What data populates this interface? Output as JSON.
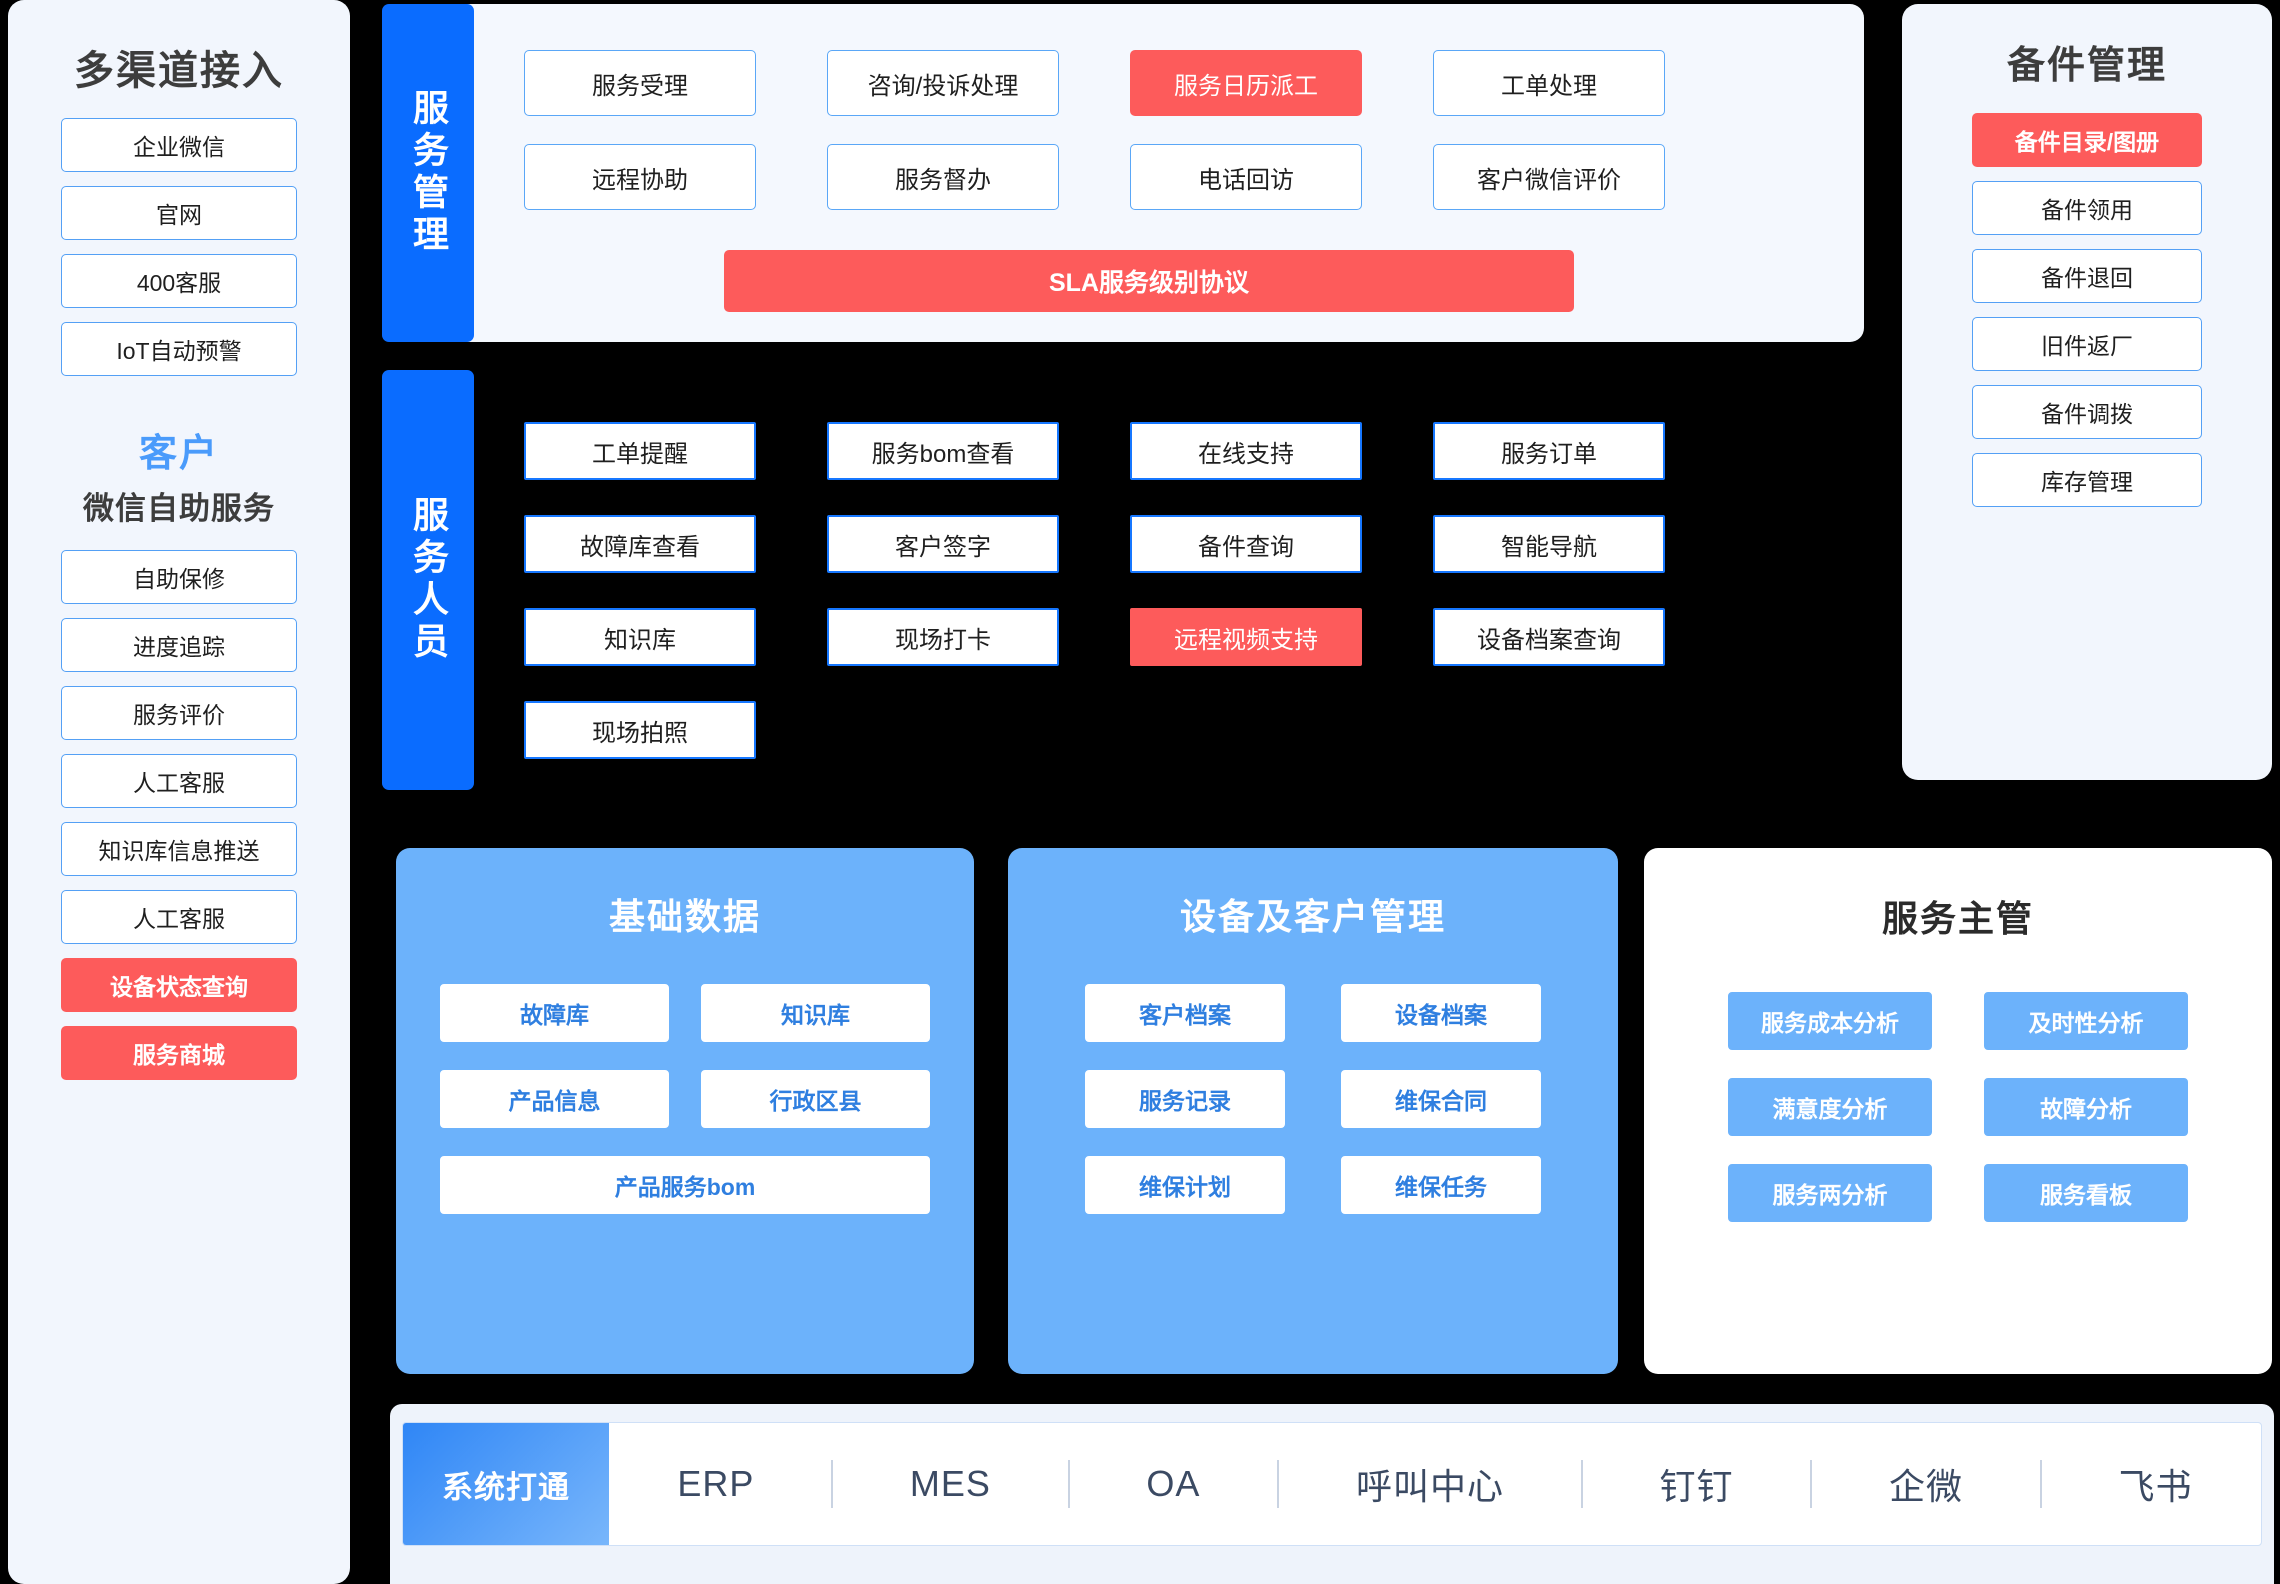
{
  "sidebar": {
    "channel_title": "多渠道接入",
    "channels": [
      {
        "label": "企业微信"
      },
      {
        "label": "官网"
      },
      {
        "label": "400客服"
      },
      {
        "label": "IoT自动预警"
      }
    ],
    "customer_title": "客户",
    "customer_subtitle": "微信自助服务",
    "customer_items": [
      {
        "label": "自助保修",
        "style": "outline"
      },
      {
        "label": "进度追踪",
        "style": "outline"
      },
      {
        "label": "服务评价",
        "style": "outline"
      },
      {
        "label": "人工客服",
        "style": "outline"
      },
      {
        "label": "知识库信息推送",
        "style": "outline"
      },
      {
        "label": "人工客服",
        "style": "outline"
      },
      {
        "label": "设备状态查询",
        "style": "red"
      },
      {
        "label": "服务商城",
        "style": "red"
      }
    ]
  },
  "service_management": {
    "label": "服务管理",
    "tiles": [
      {
        "label": "服务受理",
        "style": "outline"
      },
      {
        "label": "咨询/投诉处理",
        "style": "outline"
      },
      {
        "label": "服务日历派工",
        "style": "red"
      },
      {
        "label": "工单处理",
        "style": "outline"
      },
      {
        "label": "远程协助",
        "style": "outline"
      },
      {
        "label": "服务督办",
        "style": "outline"
      },
      {
        "label": "电话回访",
        "style": "outline"
      },
      {
        "label": "客户微信评价",
        "style": "outline"
      }
    ],
    "sla_label": "SLA服务级别协议"
  },
  "service_personnel": {
    "label": "服务人员",
    "tiles": [
      {
        "label": "工单提醒",
        "style": "outline"
      },
      {
        "label": "服务bom查看",
        "style": "outline"
      },
      {
        "label": "在线支持",
        "style": "outline"
      },
      {
        "label": "服务订单",
        "style": "outline"
      },
      {
        "label": "故障库查看",
        "style": "outline"
      },
      {
        "label": "客户签字",
        "style": "outline"
      },
      {
        "label": "备件查询",
        "style": "outline"
      },
      {
        "label": "智能导航",
        "style": "outline"
      },
      {
        "label": "知识库",
        "style": "outline"
      },
      {
        "label": "现场打卡",
        "style": "outline"
      },
      {
        "label": "远程视频支持",
        "style": "red"
      },
      {
        "label": "设备档案查询",
        "style": "outline"
      },
      {
        "label": "现场拍照",
        "style": "outline"
      }
    ]
  },
  "spare_parts": {
    "title": "备件管理",
    "items": [
      {
        "label": "备件目录/图册",
        "style": "red"
      },
      {
        "label": "备件领用",
        "style": "outline"
      },
      {
        "label": "备件退回",
        "style": "outline"
      },
      {
        "label": "旧件返厂",
        "style": "outline"
      },
      {
        "label": "备件调拨",
        "style": "outline"
      },
      {
        "label": "库存管理",
        "style": "outline"
      }
    ]
  },
  "base_data": {
    "title": "基础数据",
    "tiles": [
      {
        "label": "故障库",
        "wide": false
      },
      {
        "label": "知识库",
        "wide": false
      },
      {
        "label": "产品信息",
        "wide": false
      },
      {
        "label": "行政区县",
        "wide": false
      },
      {
        "label": "产品服务bom",
        "wide": true
      }
    ]
  },
  "device_customer": {
    "title": "设备及客户管理",
    "tiles": [
      {
        "label": "客户档案"
      },
      {
        "label": "设备档案"
      },
      {
        "label": "服务记录"
      },
      {
        "label": "维保合同"
      },
      {
        "label": "维保计划"
      },
      {
        "label": "维保任务"
      }
    ]
  },
  "service_supervisor": {
    "title": "服务主管",
    "tiles": [
      {
        "label": "服务成本分析"
      },
      {
        "label": "及时性分析"
      },
      {
        "label": "满意度分析"
      },
      {
        "label": "故障分析"
      },
      {
        "label": "服务两分析"
      },
      {
        "label": "服务看板"
      }
    ]
  },
  "system_integration": {
    "tab_label": "系统打通",
    "items": [
      "ERP",
      "MES",
      "OA",
      "呼叫中心",
      "钉钉",
      "企微",
      "飞书"
    ]
  },
  "colors": {
    "accent_blue": "#0a6cff",
    "light_blue": "#6cb2fb",
    "red": "#fd5b5b",
    "panel_bg": "#f4f8fe",
    "page_bg": "#000000"
  }
}
